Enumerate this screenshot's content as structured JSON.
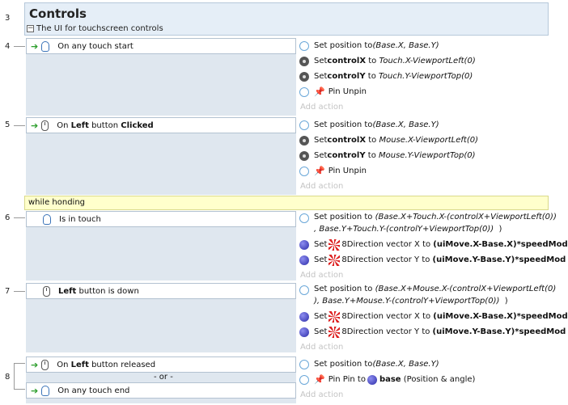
{
  "group": {
    "line": "3",
    "title": "Controls",
    "description": "The UI for touchscreen controls",
    "toggle": "−"
  },
  "comment": "while honding",
  "add_action": "Add action",
  "or_label": "- or -",
  "events": [
    {
      "line": "4",
      "condition": "On any touch start",
      "actions": [
        {
          "pre": "Set position to ",
          "it": "(Base.X, Base.Y)"
        },
        {
          "pre": "Set ",
          "b": "controlX",
          "mid": " to ",
          "it": "Touch.X-ViewportLeft(0)"
        },
        {
          "pre": "Set ",
          "b": "controlY",
          "mid": " to ",
          "it": "Touch.Y-ViewportTop(0)"
        },
        {
          "text": "Pin Unpin"
        }
      ]
    },
    {
      "line": "5",
      "condition": {
        "pre": "On ",
        "b1": "Left",
        "mid": " button ",
        "b2": "Clicked"
      },
      "actions": [
        {
          "pre": "Set position to ",
          "it": "(Base.X, Base.Y)"
        },
        {
          "pre": "Set ",
          "b": "controlX",
          "mid": " to ",
          "it": "Mouse.X-ViewportLeft(0)"
        },
        {
          "pre": "Set ",
          "b": "controlY",
          "mid": " to ",
          "it": "Mouse.Y-ViewportTop(0)"
        },
        {
          "text": "Pin Unpin"
        }
      ]
    },
    {
      "line": "6",
      "condition": "Is in touch",
      "actions": [
        {
          "pre": "Set position to ",
          "it1": "(Base.X+Touch.X-(controlX+ViewportLeft(0))",
          "it2": ", Base.Y+Touch.Y-(controlY+ViewportTop(0))",
          "post": "  )"
        },
        {
          "pre": "Set ",
          "mid": "8Direction vector X to ",
          "b": "(uiMove.X-Base.X)*speedMod"
        },
        {
          "pre": "Set ",
          "mid": "8Direction vector Y to ",
          "b": "(uiMove.Y-Base.Y)*speedMod"
        }
      ]
    },
    {
      "line": "7",
      "condition": {
        "b": "Left",
        "rest": " button is down"
      },
      "actions": [
        {
          "pre": "Set position to ",
          "it1": "(Base.X+Mouse.X-(controlX+ViewportLeft(0)",
          "it2": "), Base.Y+Mouse.Y-(controlY+ViewportTop(0))",
          "post": "  )"
        },
        {
          "pre": "Set ",
          "mid": "8Direction vector X to ",
          "b": "(uiMove.X-Base.X)*speedMod"
        },
        {
          "pre": "Set ",
          "mid": "8Direction vector Y to ",
          "b": "(uiMove.Y-Base.Y)*speedMod"
        }
      ]
    },
    {
      "line": "8",
      "conditions": [
        {
          "pre": "On ",
          "b": "Left",
          "rest": " button released"
        },
        {
          "text": "On any touch end"
        }
      ],
      "actions": [
        {
          "pre": "Set position to ",
          "it": "(Base.X, Base.Y)"
        },
        {
          "pre": "Pin Pin to ",
          "b": "base",
          "post": " (Position & angle)"
        }
      ]
    }
  ],
  "colors": {
    "group_bg": "#e5eef7",
    "condition_area": "#dfe7ef",
    "comment_bg": "#ffffcc",
    "trigger_arrow": "#2a9d2a",
    "add_action": "#c4c4c4"
  },
  "icons": [
    "trigger-arrow-icon",
    "touch-icon",
    "mouse-icon",
    "system-circle-icon",
    "gear-icon",
    "sphere-icon",
    "pin-icon",
    "8direction-icon",
    "collapse-icon"
  ]
}
